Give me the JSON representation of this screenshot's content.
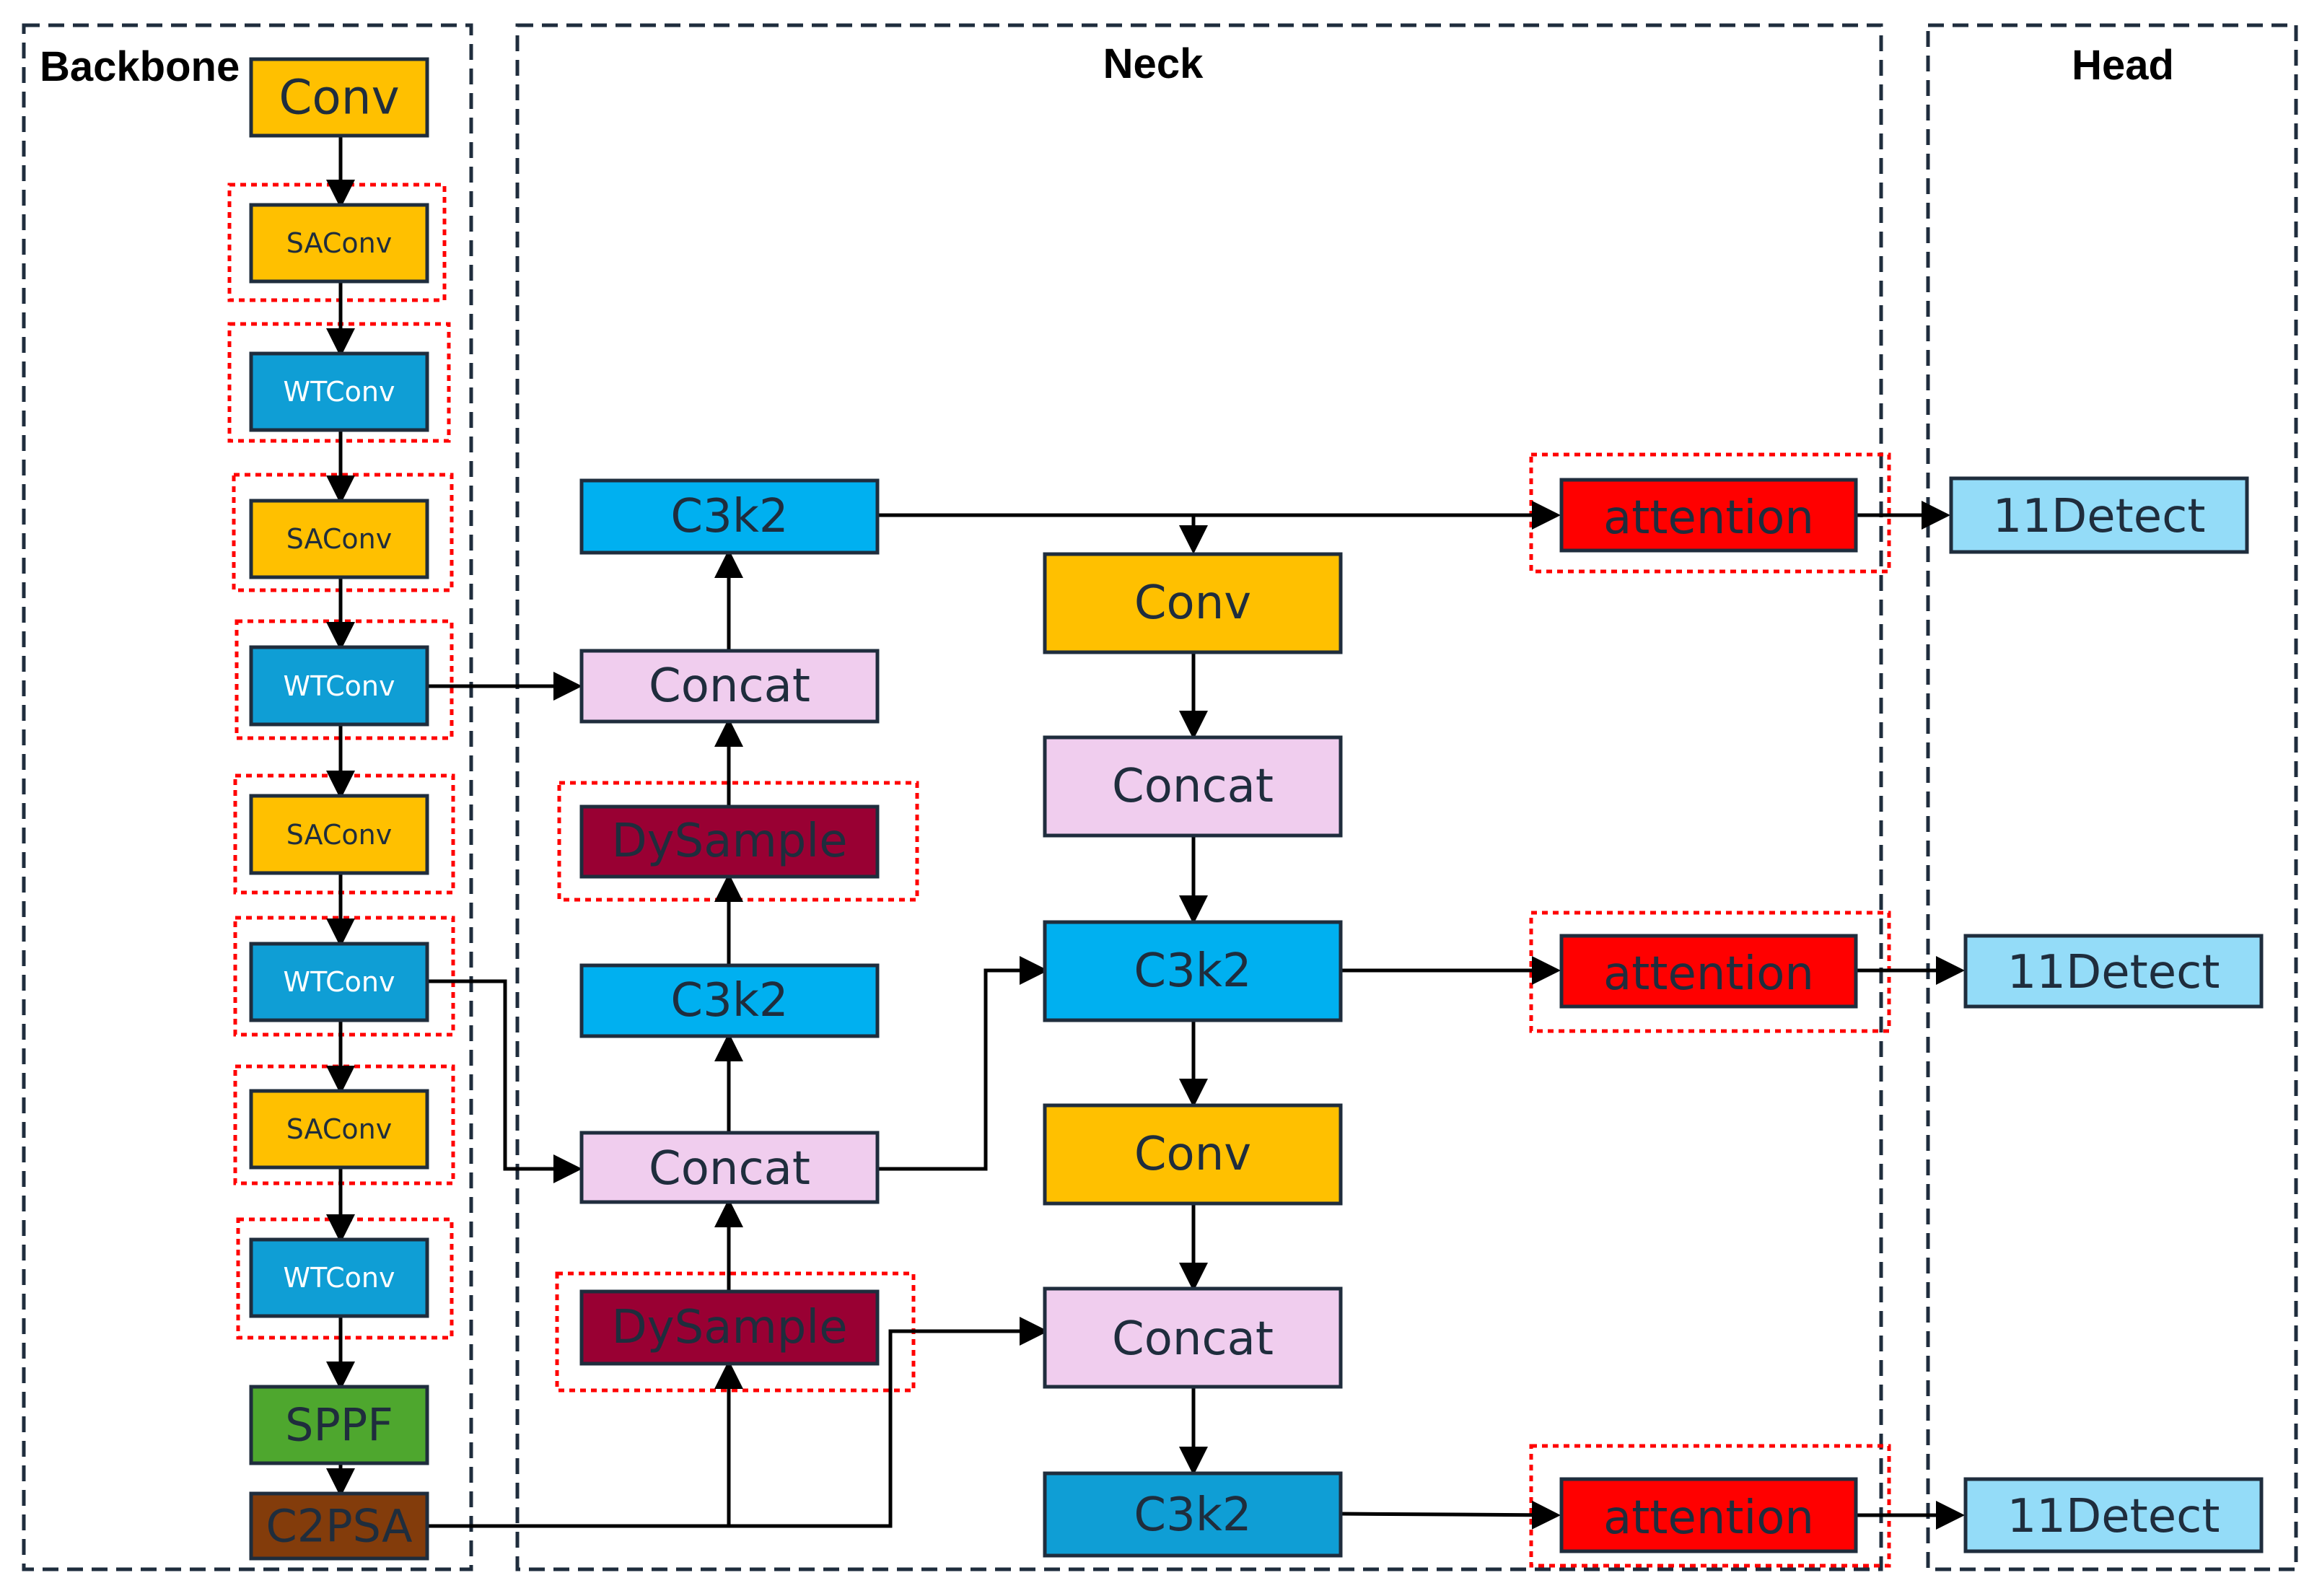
{
  "sections": {
    "backbone": "Backbone",
    "neck": "Neck",
    "head": "Head"
  },
  "colors": {
    "conv": "#FFC000",
    "wtconv": "#0F9ED5",
    "c3k2": "#00B0F0",
    "concat": "#F0CDEE",
    "dysample": "#990033",
    "attention": "#FF0000",
    "detect": "#94DCF8",
    "sppf": "#4EA72E",
    "c2psa": "#833C0B",
    "highlight": "#FF0000",
    "frame": "#1F2D3D"
  },
  "backbone": {
    "conv": "Conv",
    "saconv_1": "SAConv",
    "wtconv_1": "WTConv",
    "saconv_2": "SAConv",
    "wtconv_2": "WTConv",
    "saconv_3": "SAConv",
    "wtconv_3": "WTConv",
    "saconv_4": "SAConv",
    "wtconv_4": "WTConv",
    "sppf": "SPPF",
    "c2psa": "C2PSA"
  },
  "neck": {
    "left": {
      "c3k2_top": "C3k2",
      "concat_top": "Concat",
      "dysample_top": "DySample",
      "c3k2_mid": "C3k2",
      "concat_bottom": "Concat",
      "dysample_bottom": "DySample"
    },
    "right": {
      "conv_1": "Conv",
      "concat_1": "Concat",
      "c3k2_mid": "C3k2",
      "conv_2": "Conv",
      "concat_2": "Concat",
      "c3k2_bottom": "C3k2"
    },
    "attention_1": "attention",
    "attention_2": "attention",
    "attention_3": "attention"
  },
  "head": {
    "detect_1": "11Detect",
    "detect_2": "11Detect",
    "detect_3": "11Detect"
  }
}
